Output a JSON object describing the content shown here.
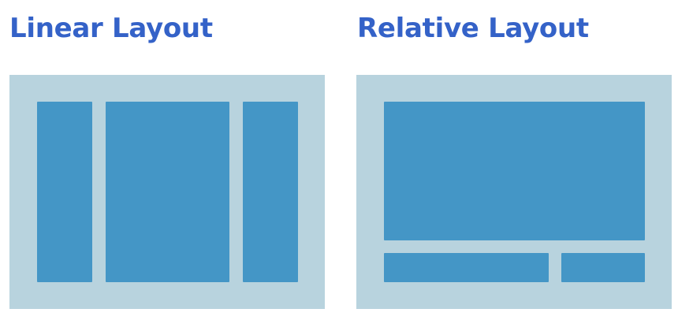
{
  "diagrams": {
    "linear": {
      "title": "Linear Layout",
      "block_count": 3
    },
    "relative": {
      "title": "Relative Layout",
      "block_count": 3
    }
  },
  "colors": {
    "title": "#3462c8",
    "panel_background": "#b8d3de",
    "block": "#4496c6",
    "page_background": "#ffffff"
  }
}
